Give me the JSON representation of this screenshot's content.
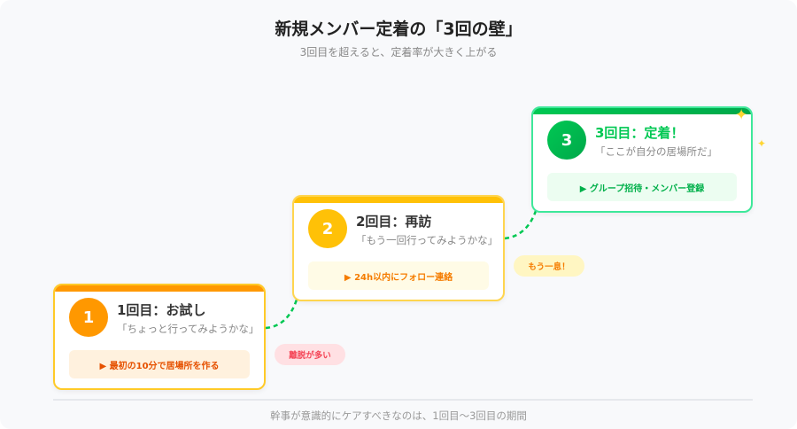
{
  "header": {
    "title": "新規メンバー定着の「3回の壁」",
    "subtitle": "3回目を超えると、定着率が大きく上がる"
  },
  "steps": [
    {
      "number": "1",
      "title": "1回目：お試し",
      "quote": "「ちょっと行ってみようかな」",
      "action": "▶ 最初の10分で居場所を作る",
      "color": "#ff9800"
    },
    {
      "number": "2",
      "title": "2回目：再訪",
      "quote": "「もう一回行ってみようかな」",
      "action": "▶ 24h以内にフォロー連絡",
      "color": "#ffc107"
    },
    {
      "number": "3",
      "title": "3回目：定着！",
      "quote": "「ここが自分の居場所だ」",
      "action": "▶ グループ招待・メンバー登録",
      "color": "#00c853"
    }
  ],
  "badges": [
    {
      "label": "離脱が多い"
    },
    {
      "label": "もう一息！"
    }
  ],
  "footer": {
    "note": "幹事が意識的にケアすべきなのは、1回目〜3回目の期間"
  },
  "icons": {
    "sparkle": "sparkle-icon"
  }
}
